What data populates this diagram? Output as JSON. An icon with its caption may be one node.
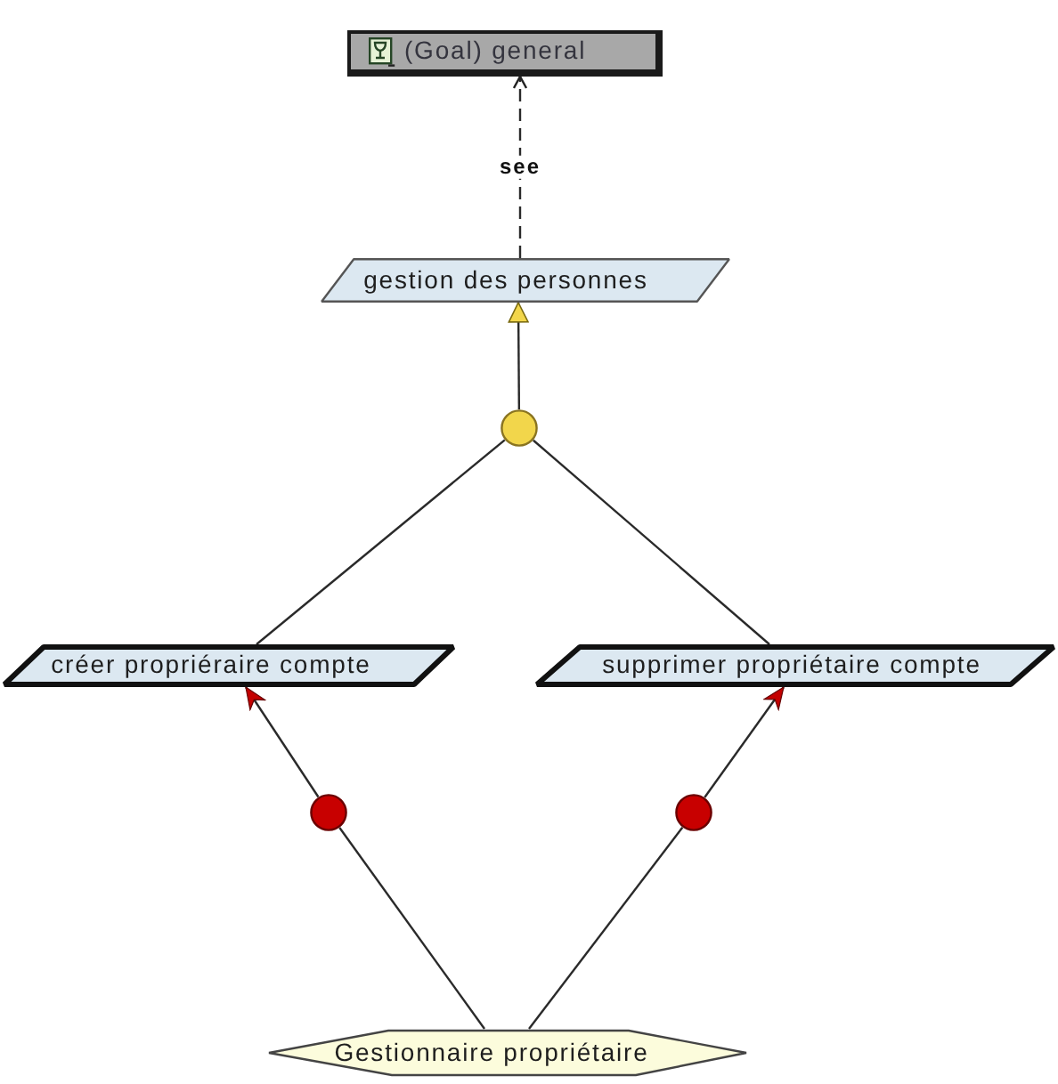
{
  "diagram": {
    "nodes": [
      {
        "text": [
          "(Goal) general"
        ]
      },
      {
        "text": [
          "gestion des personnes"
        ]
      },
      {
        "text": [],
        "shape": "circle"
      },
      {
        "text": [
          "créer propriéraire compte"
        ]
      },
      {
        "text": [
          "supprimer propriétaire compte"
        ]
      },
      {
        "text": [],
        "shape": "circle"
      },
      {
        "text": [],
        "shape": "circle"
      },
      {
        "text": [
          "Gestionnaire propriétaire"
        ]
      }
    ],
    "edges": [
      {
        "from": 1,
        "to": 0,
        "arrow": "to",
        "label": "see",
        "style": "dashed"
      },
      {
        "from": 2,
        "to": 1,
        "arrow": "to"
      },
      {
        "from": 3,
        "to": 2,
        "arrow": "none"
      },
      {
        "from": 4,
        "to": 2,
        "arrow": "none"
      },
      {
        "from": 5,
        "to": 3,
        "arrow": "to"
      },
      {
        "from": 6,
        "to": 4,
        "arrow": "to"
      },
      {
        "from": 7,
        "to": 5,
        "arrow": "none"
      },
      {
        "from": 7,
        "to": 6,
        "arrow": "none"
      }
    ]
  }
}
